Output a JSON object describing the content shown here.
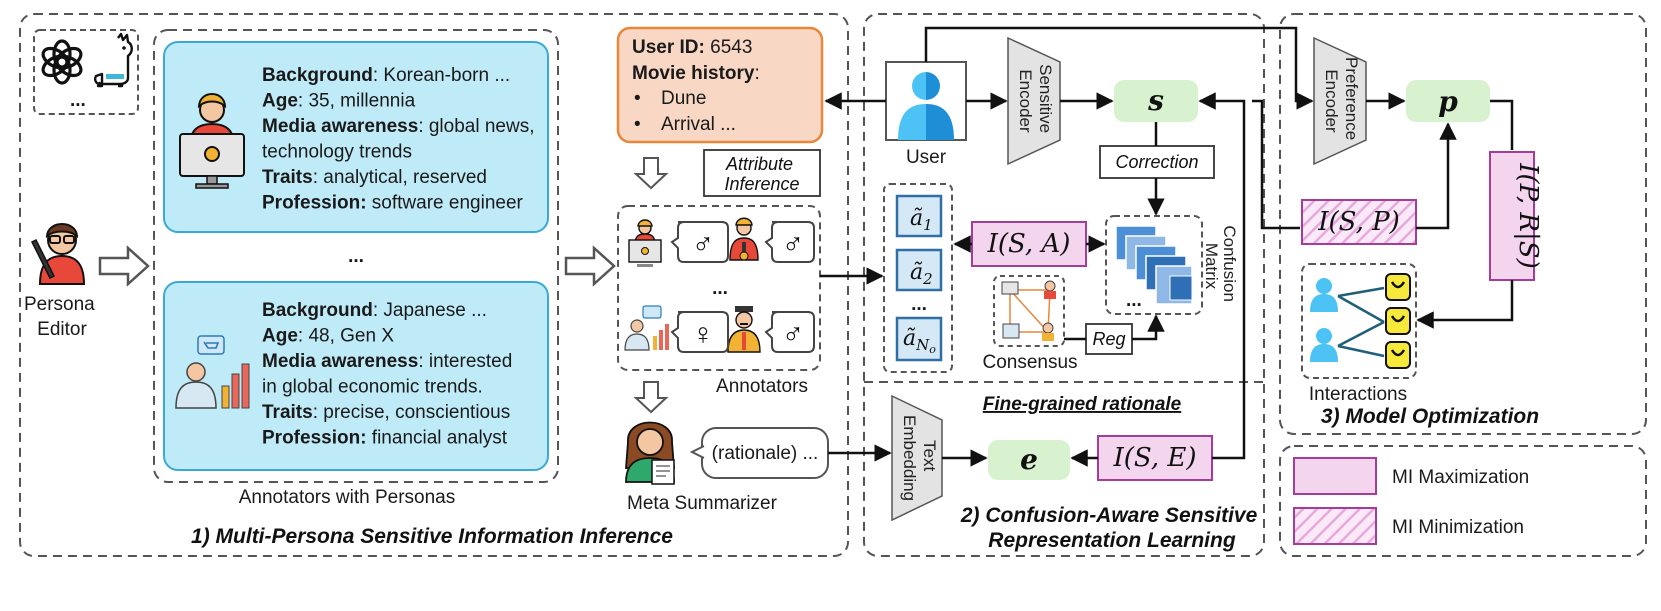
{
  "left": {
    "persona_editor_label": "Persona\nEditor",
    "annotators_with_personas": "Annotators with Personas",
    "ellipsis": "...",
    "card1": [
      {
        "label": "Background",
        "sep": ": ",
        "value": "Korean-born ..."
      },
      {
        "label": "Age",
        "sep": ": ",
        "value": "35, millennia"
      },
      {
        "label": "Media awareness",
        "sep": ": ",
        "value": "global news,"
      },
      {
        "label": "",
        "sep": "",
        "value": "technology trends"
      },
      {
        "label": "Traits",
        "sep": ": ",
        "value": "analytical, reserved"
      },
      {
        "label": "Profession:",
        "sep": " ",
        "value": "software engineer"
      }
    ],
    "card2": [
      {
        "label": "Background",
        "sep": ": ",
        "value": "Japanese ..."
      },
      {
        "label": "Age",
        "sep": ": ",
        "value": "48, Gen X"
      },
      {
        "label": "Media awareness",
        "sep": ": ",
        "value": "interested"
      },
      {
        "label": "",
        "sep": "",
        "value": "in global economic trends."
      },
      {
        "label": "Traits",
        "sep": ": ",
        "value": "precise, conscientious"
      },
      {
        "label": "Profession:",
        "sep": " ",
        "value": "financial analyst"
      }
    ]
  },
  "user_box": {
    "user_id_label": "User ID:",
    "user_id": "6543",
    "movie_history_label": "Movie history",
    "movie_history_sep": ":",
    "movies": [
      "Dune",
      "Arrival ..."
    ]
  },
  "middle": {
    "attribute_inference": "Attribute\nInference",
    "annotators_label": "Annotators",
    "ellipsis": "...",
    "rationale": "(rationale) ...",
    "meta_summarizer": "Meta Summarizer",
    "section1_title": "1) Multi-Persona Sensitive Information Inference",
    "gender_symbols": [
      "♂",
      "♂",
      "♀",
      "♂"
    ]
  },
  "section2": {
    "user_label": "User",
    "sensitive_encoder": "Sensitive\nEncoder",
    "s": "s",
    "correction": "Correction",
    "a1": "ã",
    "a1_sub": "1",
    "a2": "ã",
    "a2_sub": "2",
    "ano": "ã",
    "ano_sub": "N",
    "ano_subsub": "o",
    "ellipsis": "...",
    "isa": "I(S, A)",
    "confusion_matrix": "Confusion\nMatrix",
    "consensus": "Consensus",
    "reg": "Reg",
    "fine_grained": "Fine-grained rationale",
    "text_embedding": "Text\nEmbedding",
    "e": "e",
    "ise": "I(S, E)",
    "title": "2) Confusion-Aware Sensitive\nRepresentation Learning"
  },
  "section3": {
    "preference_encoder": "Preference\nEncoder",
    "p": "p",
    "isp": "I(S, P)",
    "iprs": "I(P, R|S)",
    "interactions": "Interactions",
    "title": "3) Model Optimization"
  },
  "legend": {
    "max_label": "MI Maximization",
    "min_label": "MI Minimization"
  },
  "colors": {
    "card_fill": "#bfeaf7",
    "card_stroke": "#39a9d6",
    "user_box_fill": "#f8d7c5",
    "user_box_stroke": "#e8873a",
    "green": "#d8f2cf",
    "pink": "#f3d5ee",
    "pink_stroke": "#a43c9a",
    "blue_box": "#d5e8f6",
    "blue_stroke": "#2f6fa6",
    "encoder": "#e3e3e3"
  }
}
